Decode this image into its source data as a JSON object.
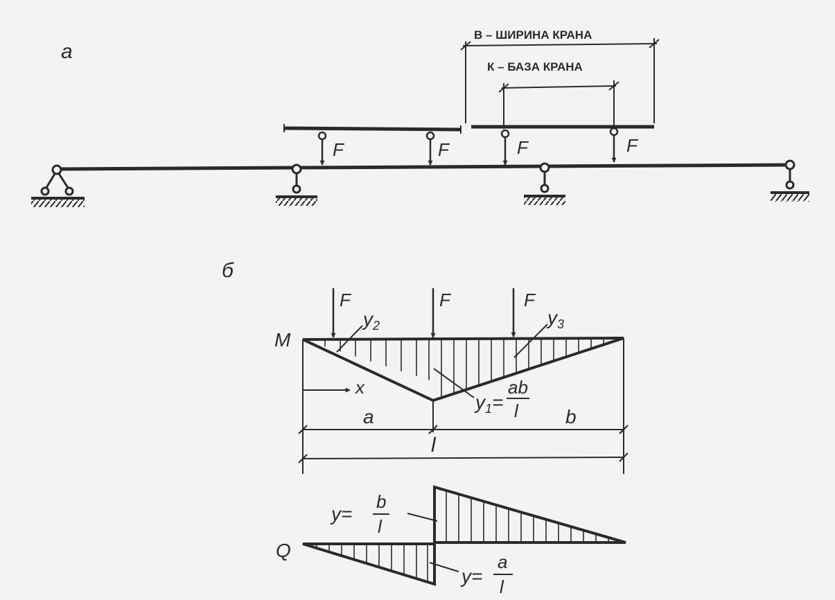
{
  "colors": {
    "ink": "#2a2a2a",
    "paper": "#f4f3f1"
  },
  "part_a": {
    "label": "а",
    "crane_width_label": "В – ШИРИНА КРАНА",
    "crane_base_label": "К – БАЗА КРАНА",
    "loads": [
      "F",
      "F",
      "F",
      "F"
    ]
  },
  "part_b": {
    "label": "б",
    "moment_label": "M",
    "loads": [
      "F",
      "F",
      "F"
    ],
    "y2": "y",
    "y2_sub": "2",
    "y3": "y",
    "y3_sub": "3",
    "y1": "y",
    "y1_sub": "1",
    "y1_eq": "=",
    "y1_num": "ab",
    "y1_den": "l",
    "x_axis": "x",
    "dim_a": "a",
    "dim_b": "b",
    "dim_l": "l",
    "shear_label": "Q",
    "q_pos_lhs": "y=",
    "q_pos_num": "b",
    "q_pos_den": "l",
    "q_neg_lhs": "y=",
    "q_neg_num": "a",
    "q_neg_den": "l"
  }
}
